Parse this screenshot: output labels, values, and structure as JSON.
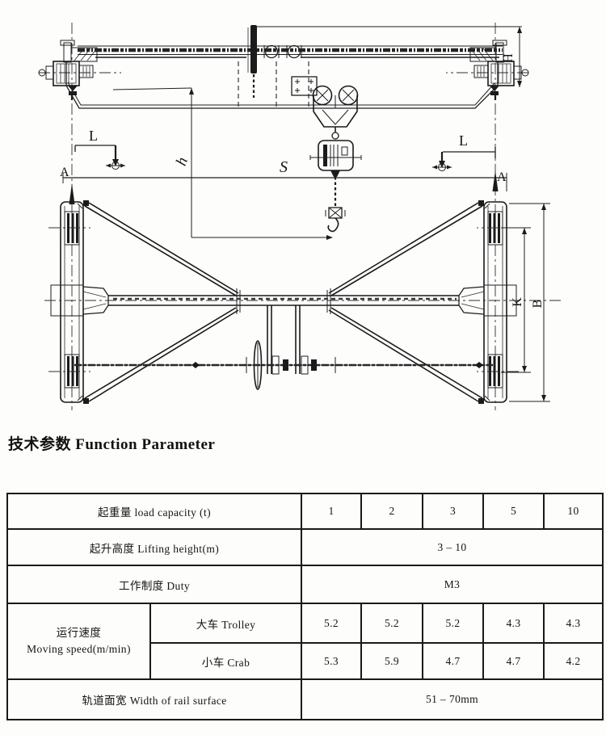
{
  "colors": {
    "ink": "#1b1b1b",
    "paper": "#fdfdfc"
  },
  "drawing": {
    "labels": {
      "H": "H",
      "L_left": "L",
      "L_right": "L",
      "h": "h",
      "S": "S",
      "A_left": "A",
      "A_right": "A",
      "K": "K",
      "B": "B"
    }
  },
  "title": {
    "text": "技术参数 Function Parameter"
  },
  "table": {
    "rows": [
      {
        "label": "起重量 load capacity (t)",
        "values": [
          "1",
          "2",
          "3",
          "5",
          "10"
        ]
      },
      {
        "label": "起升高度 Lifting height(m)",
        "value": "3 – 10"
      },
      {
        "label": "工作制度 Duty",
        "value": "M3"
      },
      {
        "group_label_zh": "运行速度",
        "group_label_en": "Moving speed(m/min)",
        "label": "大车 Trolley",
        "values": [
          "5.2",
          "5.2",
          "5.2",
          "4.3",
          "4.3"
        ]
      },
      {
        "label": "小车 Crab",
        "values": [
          "5.3",
          "5.9",
          "4.7",
          "4.7",
          "4.2"
        ]
      },
      {
        "label": "轨道面宽 Width of rail surface",
        "value": "51 – 70mm"
      }
    ]
  }
}
